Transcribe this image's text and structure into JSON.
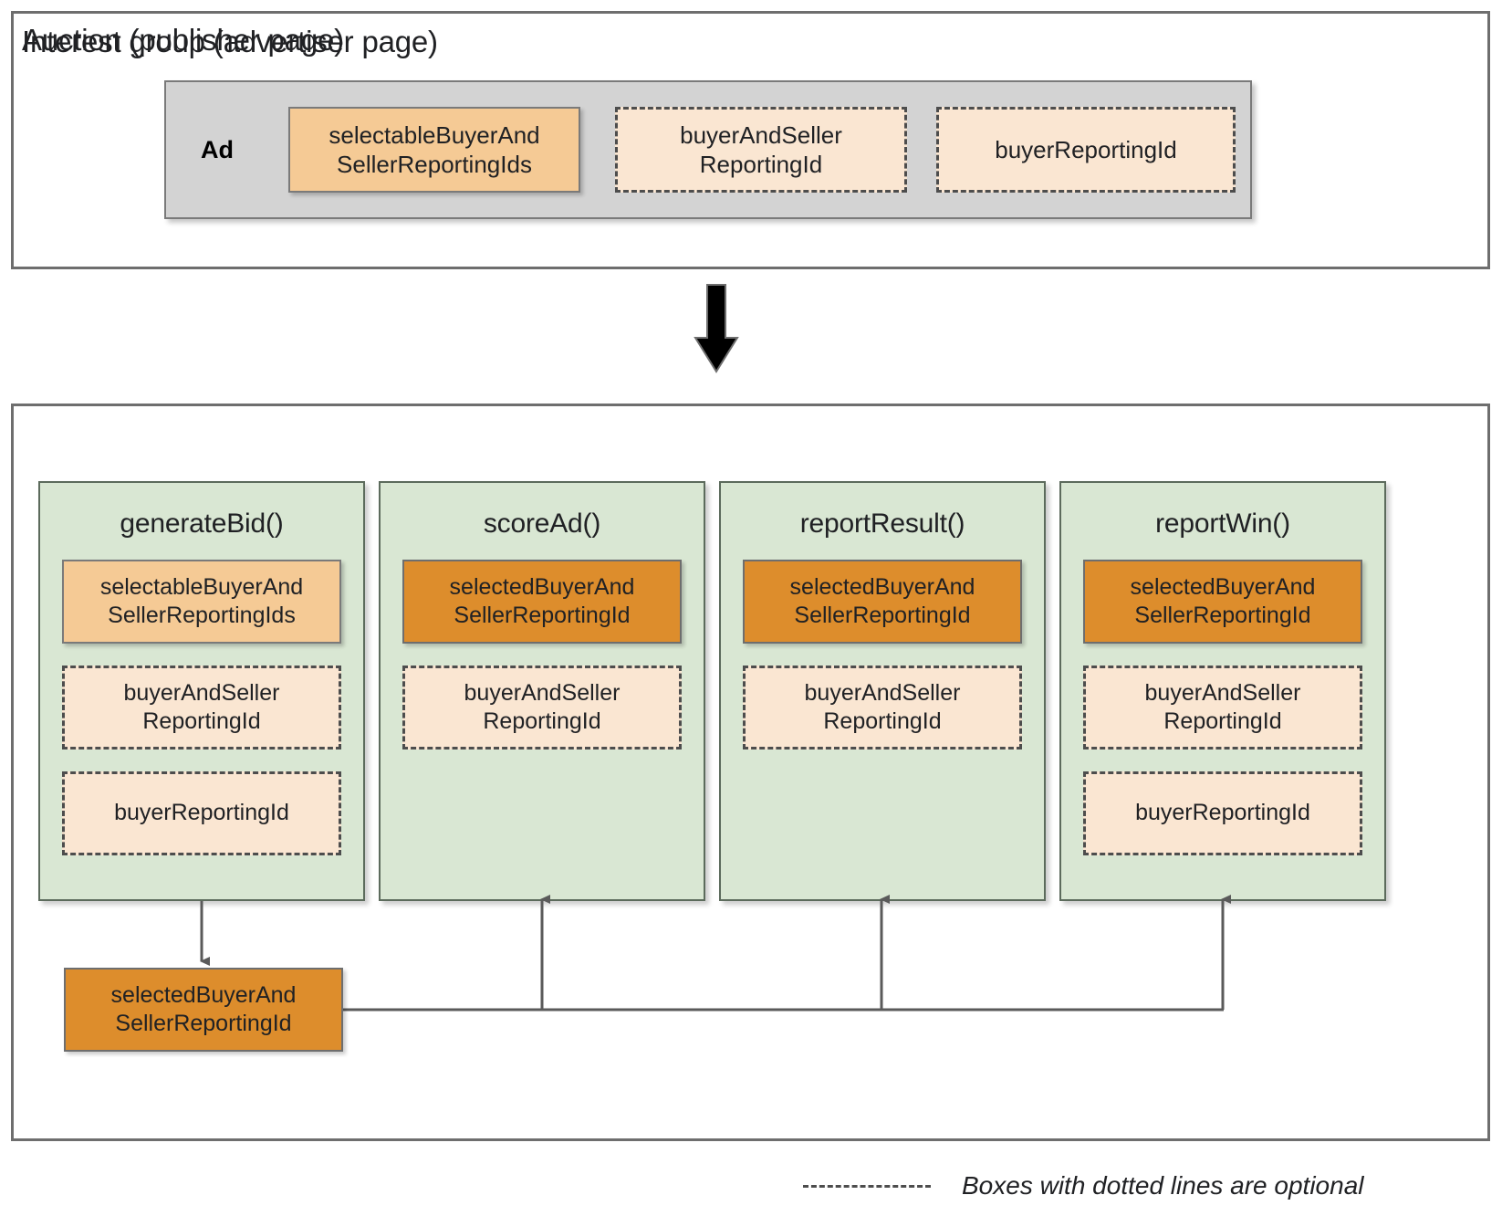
{
  "colors": {
    "frame_border": "#6e6e6e",
    "ad_container_bg": "#d3d3d3",
    "column_bg": "#d9e7d3",
    "chip_selectable_bg": "#f5ca95",
    "chip_optional_bg": "#fae6d2",
    "chip_selected_bg": "#dd8d2c",
    "arrow": "#000000",
    "connector": "#5a5a5a"
  },
  "interest_group": {
    "title": "Interest group (advertiser page)",
    "ad_label": "Ad",
    "chips": [
      {
        "text": "selectableBuyerAnd\nSellerReportingIds",
        "style": "solid-light",
        "optional": false
      },
      {
        "text": "buyerAndSeller\nReportingId",
        "style": "dashed",
        "optional": true
      },
      {
        "text": "buyerReportingId",
        "style": "dashed",
        "optional": true
      }
    ]
  },
  "flow_arrow": {
    "direction": "down",
    "icon": "down-arrow-icon"
  },
  "auction": {
    "title": "Auction (publisher page)",
    "columns": [
      {
        "title": "generateBid()",
        "chips": [
          {
            "text": "selectableBuyerAnd\nSellerReportingIds",
            "style": "solid-light",
            "optional": false
          },
          {
            "text": "buyerAndSeller\nReportingId",
            "style": "dashed",
            "optional": true
          },
          {
            "text": "buyerReportingId",
            "style": "dashed",
            "optional": true
          }
        ]
      },
      {
        "title": "scoreAd()",
        "chips": [
          {
            "text": "selectedBuyerAnd\nSellerReportingId",
            "style": "solid-dark",
            "optional": false
          },
          {
            "text": "buyerAndSeller\nReportingId",
            "style": "dashed",
            "optional": true
          }
        ]
      },
      {
        "title": "reportResult()",
        "chips": [
          {
            "text": "selectedBuyerAnd\nSellerReportingId",
            "style": "solid-dark",
            "optional": false
          },
          {
            "text": "buyerAndSeller\nReportingId",
            "style": "dashed",
            "optional": true
          }
        ]
      },
      {
        "title": "reportWin()",
        "chips": [
          {
            "text": "selectedBuyerAnd\nSellerReportingId",
            "style": "solid-dark",
            "optional": false
          },
          {
            "text": "buyerAndSeller\nReportingId",
            "style": "dashed",
            "optional": true
          },
          {
            "text": "buyerReportingId",
            "style": "dashed",
            "optional": true
          }
        ]
      }
    ],
    "output_box": {
      "text": "selectedBuyerAnd\nSellerReportingId",
      "style": "solid-dark"
    }
  },
  "legend": {
    "dash_sample": "dashed-line-sample",
    "text": "Boxes with dotted lines are optional"
  }
}
